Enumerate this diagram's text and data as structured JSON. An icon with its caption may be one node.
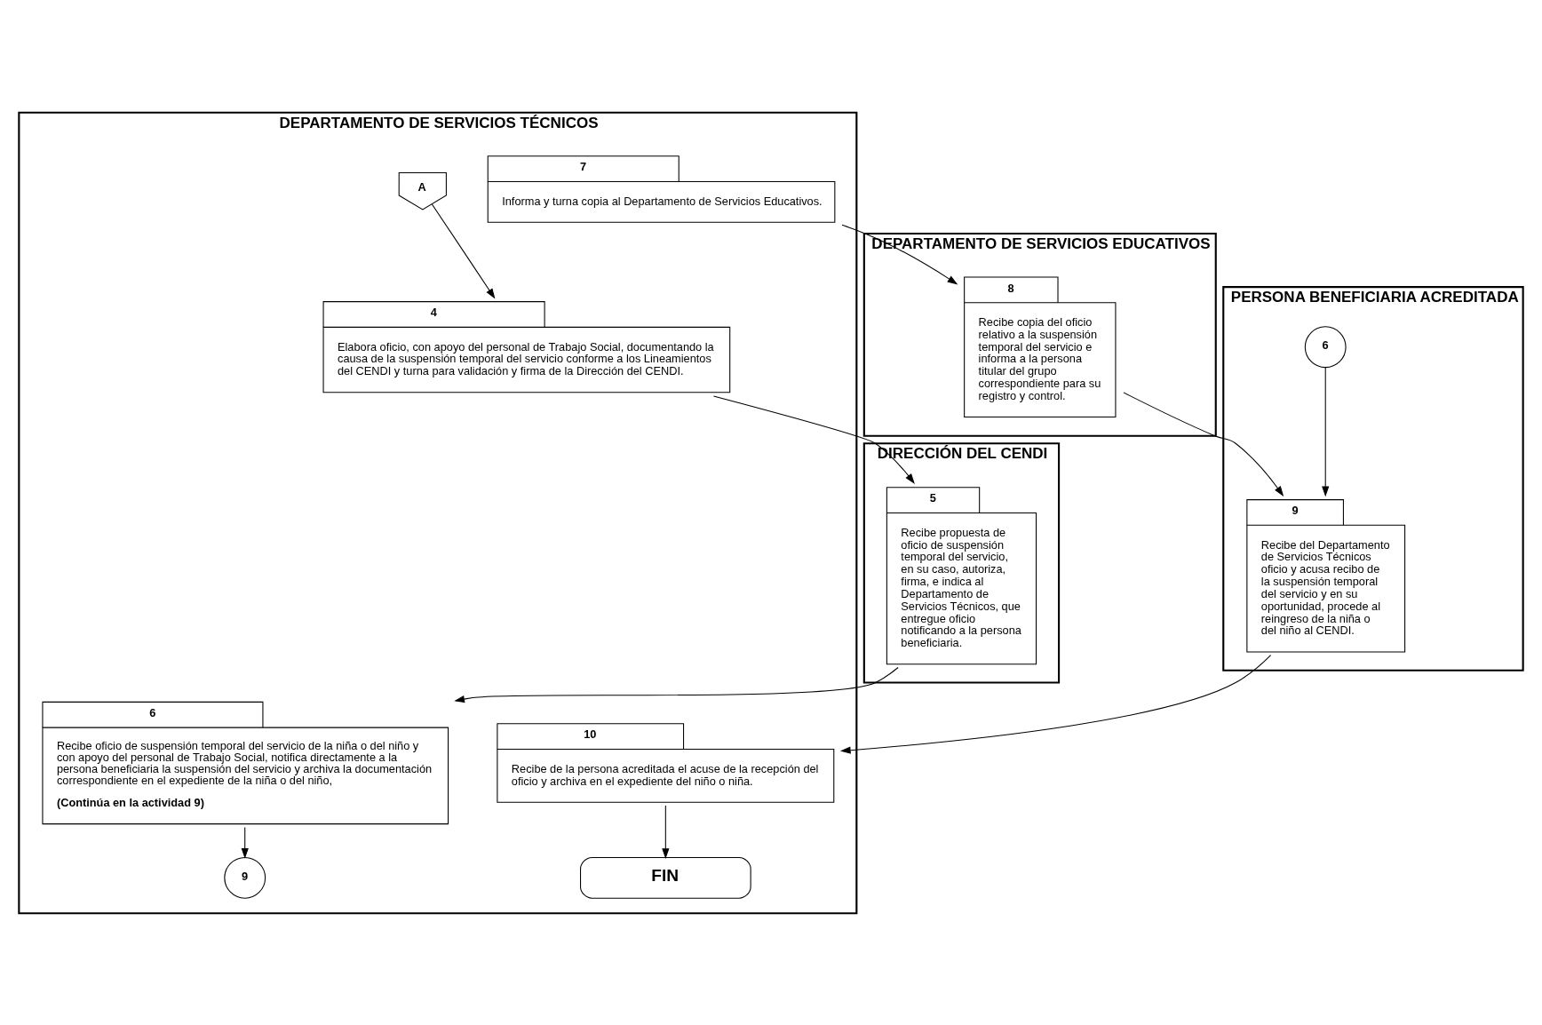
{
  "diagram": {
    "nodes": [
      {
        "text": [
          "DEPARTAMENTO DE SERVICIOS TÉCNICOS"
        ]
      },
      {
        "text": [
          "DIRECCIÓN DEL CENDI"
        ]
      },
      {
        "text": [
          "DEPARTAMENTO DE SERVICIOS EDUCATIVOS"
        ]
      },
      {
        "text": [
          "PERSONA BENEFICIARIA ACREDITADA"
        ]
      },
      {
        "text": [
          "A"
        ],
        "in": 0
      },
      {
        "text": [
          "4",
          "Elabora oficio, con apoyo del personal de Trabajo Social, documentando la causa de la suspensión temporal del servicio conforme a los Lineamientos del CENDI y turna para validación y firma de la Dirección del CENDI."
        ],
        "in": 0
      },
      {
        "text": [
          "6",
          "Recibe oficio de suspensión temporal del servicio de la niña o del niño y con apoyo del personal de Trabajo Social, notifica directamente a la persona beneficiaria la suspensión del servicio y archiva la documentación correspondiente en el expediente de la niña o del niño,",
          "(Continúa en la actividad 9)"
        ],
        "in": 0
      },
      {
        "text": [
          "9"
        ],
        "in": 0
      },
      {
        "text": [
          "7",
          "Informa y turna copia al Departamento de Servicios Educativos."
        ],
        "in": 0
      },
      {
        "text": [
          "10",
          "Recibe de la persona acreditada el acuse de la recepción del oficio y archiva en el expediente del niño o niña."
        ],
        "in": 0
      },
      {
        "text": [
          "FIN"
        ],
        "in": 0
      },
      {
        "text": [
          "5",
          "Recibe propuesta de oficio de suspensión temporal del servicio, en su caso, autoriza, firma, e indica al Departamento de Servicios Técnicos, que entregue oficio notificando a la persona beneficiaria."
        ],
        "in": 1
      },
      {
        "text": [
          "8",
          "Recibe copia del oficio relativo a la suspensión temporal del servicio e informa a la persona titular del grupo correspondiente para su registro y control."
        ],
        "in": 2
      },
      {
        "text": [
          "6"
        ],
        "in": 3
      },
      {
        "text": [
          "9",
          "Recibe del Departamento de Servicios Técnicos oficio y acusa recibo de la suspensión temporal del servicio y en su oportunidad, procede al reingreso de la niña o del niño al CENDI."
        ],
        "in": 3
      }
    ],
    "edges": [
      {
        "from": 4,
        "to": 5,
        "arrow": "to"
      },
      {
        "from": 5,
        "to": 11,
        "arrow": "to"
      },
      {
        "from": 11,
        "to": 6,
        "arrow": "to"
      },
      {
        "from": 6,
        "to": 7,
        "arrow": "to"
      },
      {
        "from": 8,
        "to": 12,
        "arrow": "to"
      },
      {
        "from": 12,
        "to": 14,
        "arrow": "to"
      },
      {
        "from": 13,
        "to": 14,
        "arrow": "to"
      },
      {
        "from": 14,
        "to": 9,
        "arrow": "to"
      },
      {
        "from": 9,
        "to": 10,
        "arrow": "to"
      }
    ]
  }
}
